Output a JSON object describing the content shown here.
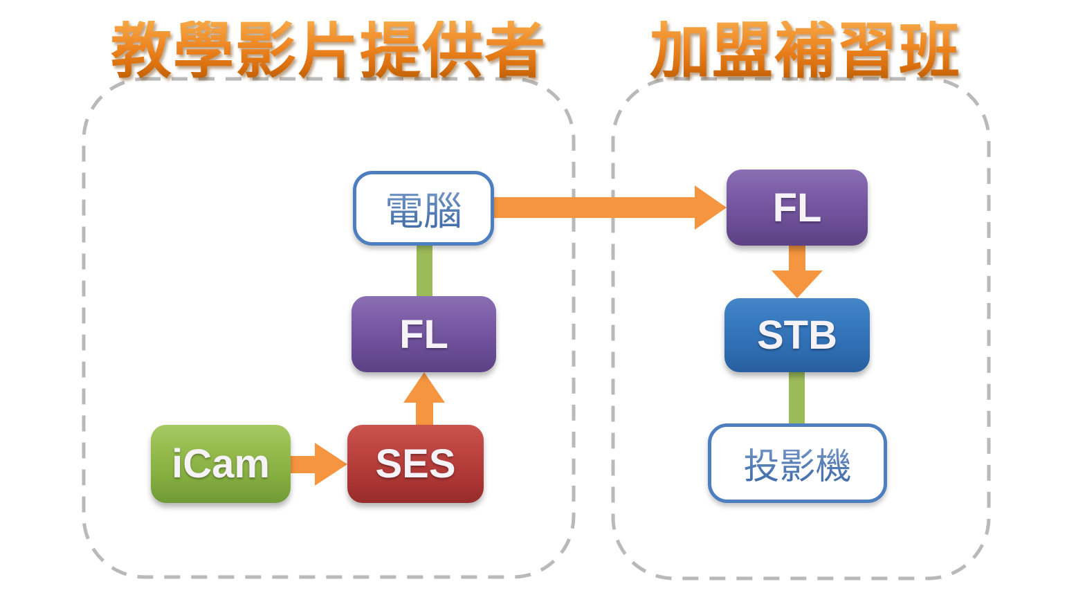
{
  "groups": {
    "provider": {
      "title": "教學影片提供者"
    },
    "franchise": {
      "title": "加盟補習班"
    }
  },
  "nodes": {
    "computer": {
      "label": "電腦",
      "type": "outline"
    },
    "fl_provider": {
      "label": "FL",
      "type": "purple"
    },
    "ses": {
      "label": "SES",
      "type": "red"
    },
    "icam": {
      "label": "iCam",
      "type": "green"
    },
    "fl_franchise": {
      "label": "FL",
      "type": "purple"
    },
    "stb": {
      "label": "STB",
      "type": "blue"
    },
    "projector": {
      "label": "投影機",
      "type": "outline"
    }
  },
  "edges": [
    {
      "from": "icam",
      "to": "ses",
      "style": "orange-arrow",
      "direction": "right"
    },
    {
      "from": "ses",
      "to": "fl_provider",
      "style": "orange-arrow",
      "direction": "up"
    },
    {
      "from": "fl_provider",
      "to": "computer",
      "style": "green-line"
    },
    {
      "from": "computer",
      "to": "fl_franchise",
      "style": "orange-arrow",
      "direction": "right"
    },
    {
      "from": "fl_franchise",
      "to": "stb",
      "style": "orange-arrow",
      "direction": "down"
    },
    {
      "from": "stb",
      "to": "projector",
      "style": "green-line"
    }
  ],
  "colors": {
    "arrow_orange": "#f5953f",
    "connector_green": "#9bbb59",
    "box_purple": "#6f539c",
    "box_red": "#b23b38",
    "box_green": "#89af46",
    "box_blue": "#3373b9",
    "outline_border_blue": "#4d7ebf",
    "outline_text_blue": "#4f81bd",
    "dashed_border_gray": "#b9b9b9",
    "title_orange": "#e07818",
    "background": "#ffffff"
  }
}
